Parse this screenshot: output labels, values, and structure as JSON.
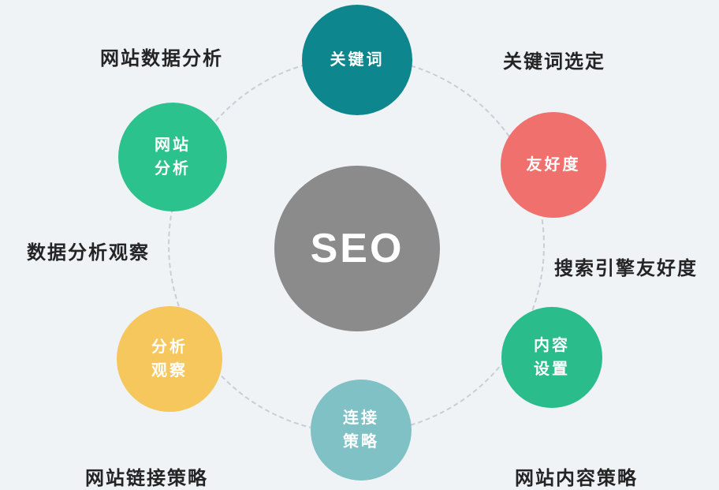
{
  "diagram": {
    "background_color": "#eff3f6",
    "ring_color": "#c9ced5",
    "center": {
      "label": "SEO",
      "color": "#8b8b8b",
      "text_color": "#ffffff"
    },
    "nodes": {
      "keywords": {
        "label": "关键词",
        "color": "#0d868d"
      },
      "friendliness": {
        "label": "友好度",
        "color": "#f0706e"
      },
      "site_analysis": {
        "line1": "网站",
        "line2": "分析",
        "color": "#2bc28e"
      },
      "analysis_observation": {
        "line1": "分析",
        "line2": "观察",
        "color": "#f6c75c"
      },
      "link_strategy": {
        "line1": "连接",
        "line2": "策略",
        "color": "#80c1c6"
      },
      "content_setting": {
        "line1": "内容",
        "line2": "设置",
        "color": "#2abc8b"
      }
    },
    "outer_labels": {
      "website_data_analysis": "网站数据分析",
      "keyword_selection": "关键词选定",
      "data_analysis_observation": "数据分析观察",
      "search_engine_friendliness": "搜索引擎友好度",
      "website_link_strategy": "网站链接策略",
      "website_content_strategy": "网站内容策略"
    }
  }
}
